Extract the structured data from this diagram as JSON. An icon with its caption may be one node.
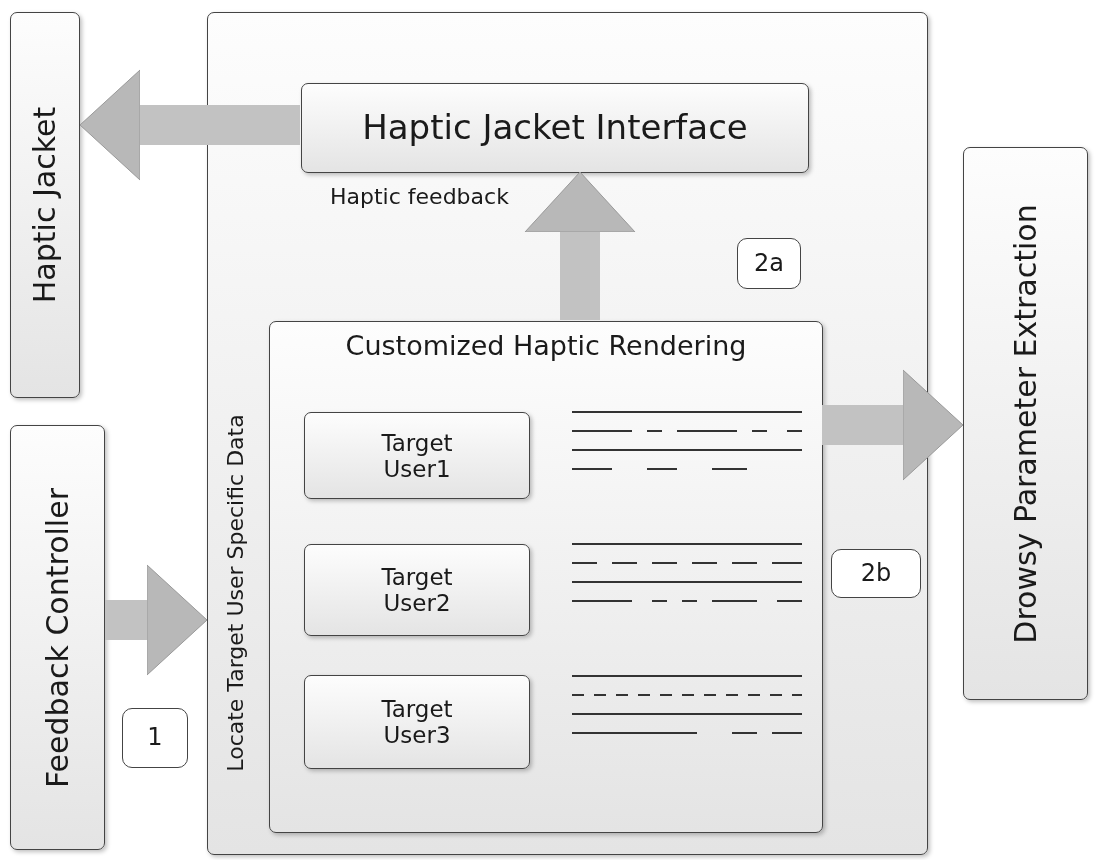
{
  "diagram": {
    "nodes": [
      {
        "text": [
          "Haptic Jacket"
        ]
      },
      {
        "text": [
          "Feedback Controller"
        ]
      },
      {
        "text": [
          "Locate Target User Specific Data"
        ]
      },
      {
        "text": [
          "Haptic Jacket Interface"
        ],
        "in": 2
      },
      {
        "text": [
          "Customized Haptic Rendering"
        ],
        "in": 2
      },
      {
        "text": [
          "Target User1"
        ],
        "in": 4
      },
      {
        "text": [
          "Target User2"
        ],
        "in": 4
      },
      {
        "text": [
          "Target User3"
        ],
        "in": 4
      },
      {
        "text": [
          "Drowsy Parameter Extraction"
        ]
      },
      {
        "text": [
          "1"
        ]
      },
      {
        "text": [
          "2a"
        ],
        "in": 2
      },
      {
        "text": [
          "2b"
        ],
        "in": 2
      }
    ],
    "edges": [
      {
        "from": 3,
        "to": 0,
        "arrow": "to"
      },
      {
        "from": 4,
        "to": 3,
        "arrow": "to",
        "label": "Haptic feedback"
      },
      {
        "from": 4,
        "to": 8,
        "arrow": "to"
      },
      {
        "from": 1,
        "to": 2,
        "arrow": "to"
      }
    ]
  }
}
